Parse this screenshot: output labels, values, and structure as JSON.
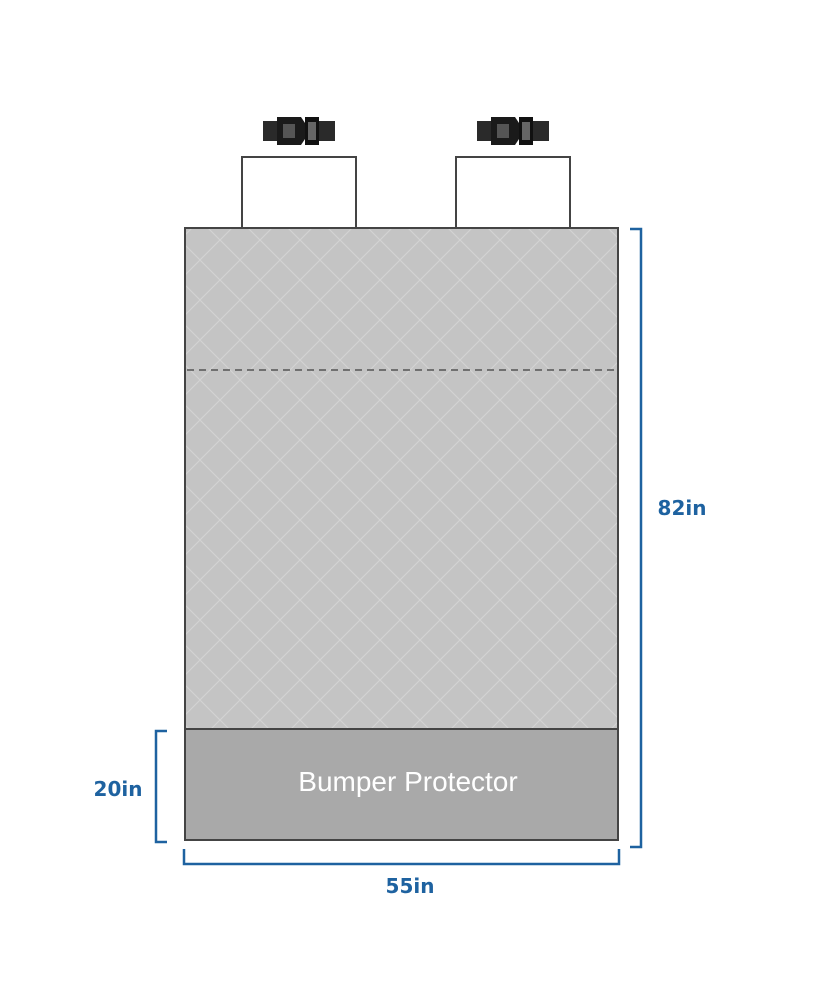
{
  "diagram": {
    "bumper_label": "Bumper Protector",
    "dimensions": {
      "height": "82in",
      "bumper_height": "20in",
      "width": "55in"
    },
    "icons": [
      "buckle-icon",
      "buckle-icon"
    ],
    "colors": {
      "mat": "#c4c4c4",
      "bumper": "#a9a9a9",
      "outline": "#444444",
      "dimension": "#1e62a0",
      "bumper_text": "#ffffff"
    }
  }
}
